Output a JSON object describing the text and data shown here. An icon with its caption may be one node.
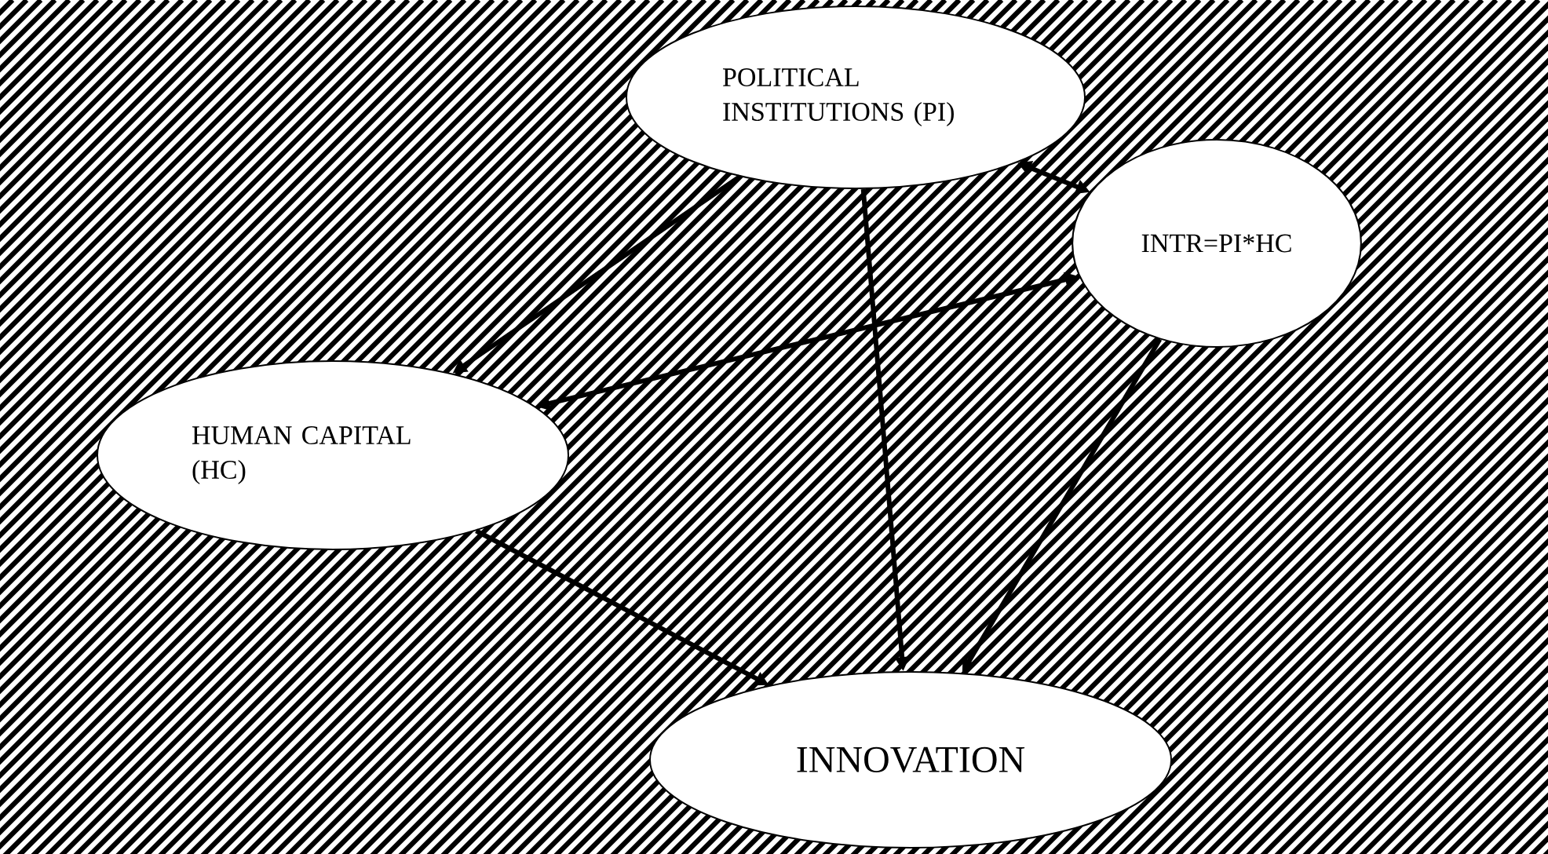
{
  "diagram": {
    "nodes": [
      {
        "text": [
          "POLITICAL INSTITUTIONS (PI)"
        ]
      },
      {
        "text": [
          "INTR=PI*HC"
        ]
      },
      {
        "text": [
          "HUMAN CAPITAL (HC)"
        ]
      },
      {
        "text": [
          "INNOVATION"
        ]
      }
    ],
    "edges": [
      {
        "from": 0,
        "to": 2,
        "arrow": "to"
      },
      {
        "from": 0,
        "to": 1,
        "arrow": "both"
      },
      {
        "from": 0,
        "to": 3,
        "arrow": "to"
      },
      {
        "from": 1,
        "to": 2,
        "arrow": "both"
      },
      {
        "from": 2,
        "to": 3,
        "arrow": "to"
      },
      {
        "from": 1,
        "to": 3,
        "arrow": "to"
      }
    ]
  }
}
